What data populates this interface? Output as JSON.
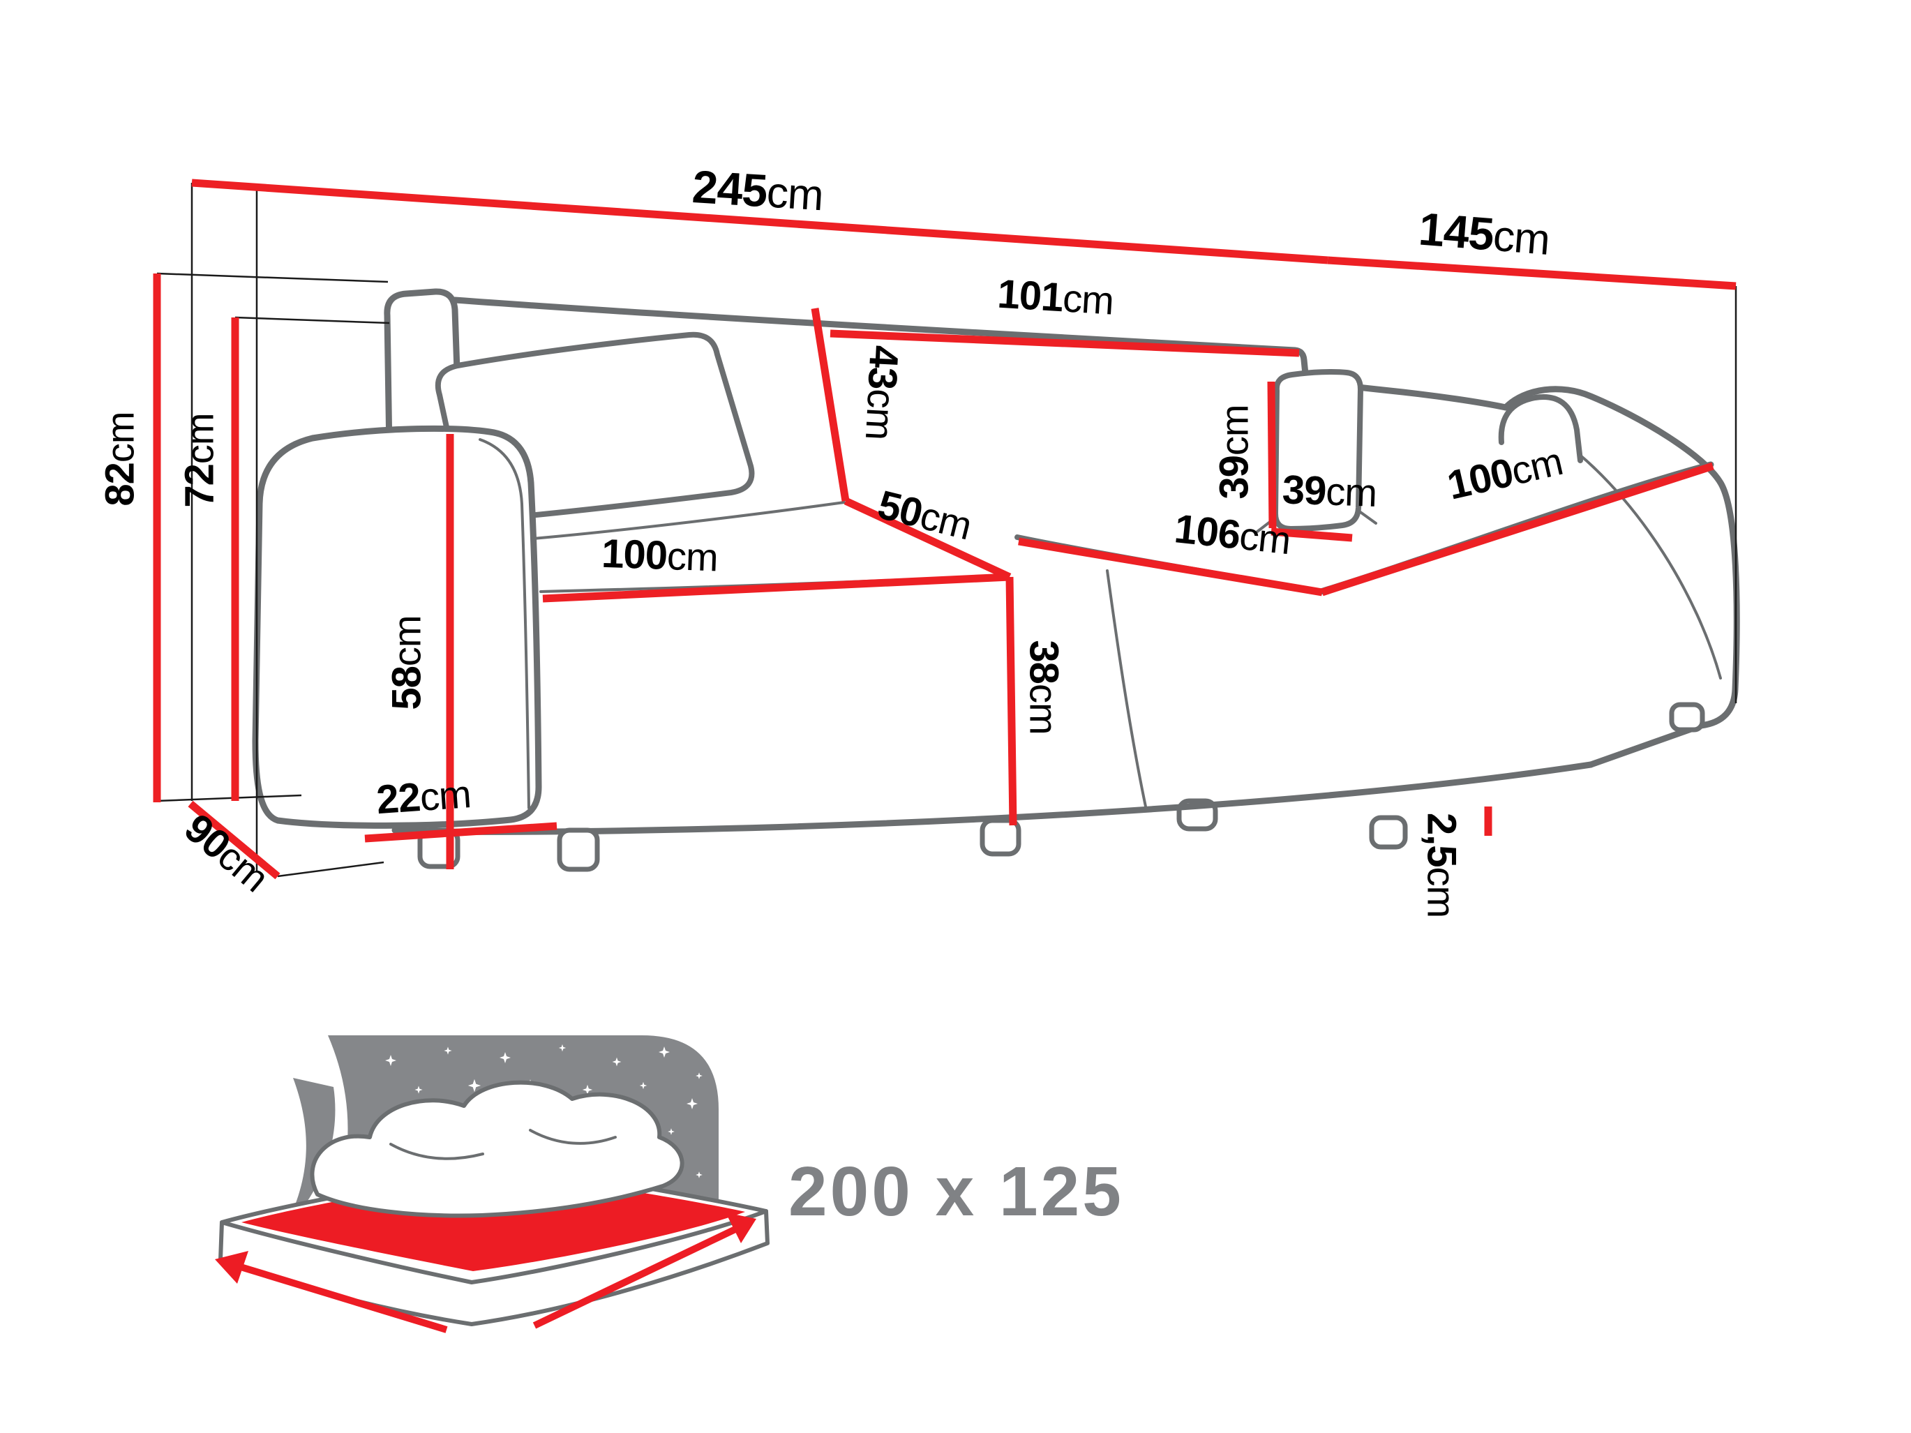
{
  "colors": {
    "dimension_red": "#ED2024",
    "outline_gray": "#6B6E70",
    "label_black": "#000000",
    "icon_gray": "#85878A",
    "icon_text_gray": "#808285",
    "mattress_red": "#ED1C24"
  },
  "labels": {
    "width_total": {
      "num": "245",
      "unit": "cm"
    },
    "depth_total": {
      "num": "145",
      "unit": "cm"
    },
    "back_width": {
      "num": "101",
      "unit": "cm"
    },
    "backrest_height": {
      "num": "43",
      "unit": "cm"
    },
    "pillow_height": {
      "num": "39",
      "unit": "cm"
    },
    "pillow_width": {
      "num": "39",
      "unit": "cm"
    },
    "chaise_length": {
      "num": "106",
      "unit": "cm"
    },
    "chaise_width": {
      "num": "100",
      "unit": "cm"
    },
    "seat_depth": {
      "num": "50",
      "unit": "cm"
    },
    "seat_width": {
      "num": "100",
      "unit": "cm"
    },
    "seat_height": {
      "num": "38",
      "unit": "cm"
    },
    "armrest_height": {
      "num": "58",
      "unit": "cm"
    },
    "armrest_width": {
      "num": "22",
      "unit": "cm"
    },
    "height_total": {
      "num": "82",
      "unit": "cm"
    },
    "height_backrest": {
      "num": "72",
      "unit": "cm"
    },
    "side_depth": {
      "num": "90",
      "unit": "cm"
    },
    "floor_clearance": {
      "num": "2,5",
      "unit": "cm"
    }
  },
  "sleeping_area": {
    "size": "200 x 125"
  }
}
